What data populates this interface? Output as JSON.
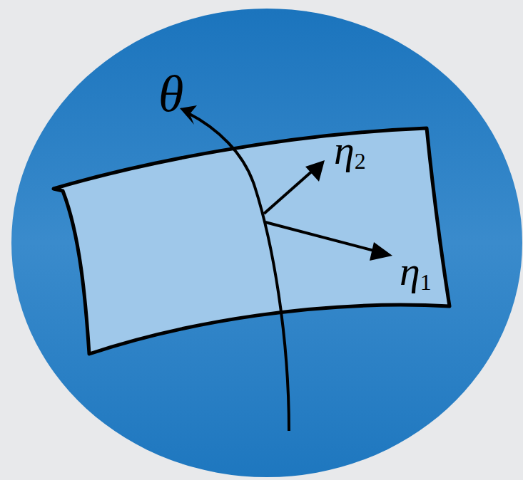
{
  "diagram": {
    "labels": [
      "θ",
      "η2",
      "η1"
    ]
  }
}
